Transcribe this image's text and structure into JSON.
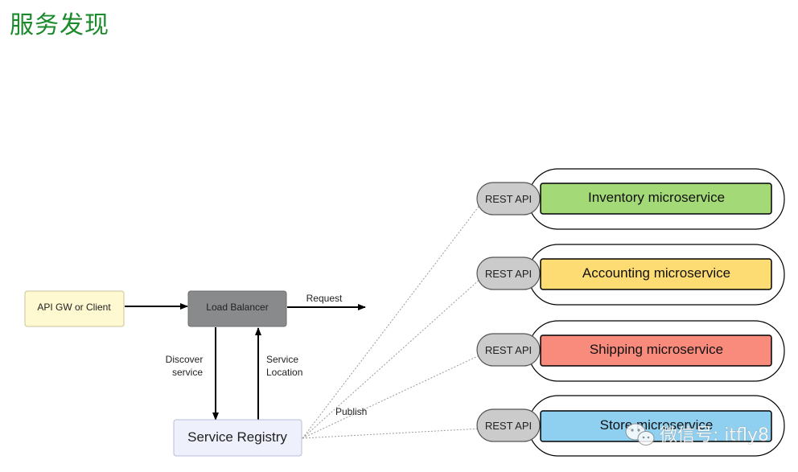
{
  "title": "服务发现",
  "nodes": {
    "client": "API GW or Client",
    "load_balancer": "Load Balancer",
    "registry": "Service Registry"
  },
  "edges": {
    "request": "Request",
    "discover_line1": "Discover",
    "discover_line2": "service",
    "location_line1": "Service",
    "location_line2": "Location",
    "publish": "Publish"
  },
  "services": [
    {
      "rest": "REST API",
      "name": "Inventory microservice",
      "color": "#a3d977"
    },
    {
      "rest": "REST API",
      "name": "Accounting microservice",
      "color": "#fddc73"
    },
    {
      "rest": "REST API",
      "name": "Shipping microservice",
      "color": "#f98b7c"
    },
    {
      "rest": "REST API",
      "name": "Store microservice",
      "color": "#8fd0f0"
    }
  ],
  "watermark": "微信号: itfly8"
}
